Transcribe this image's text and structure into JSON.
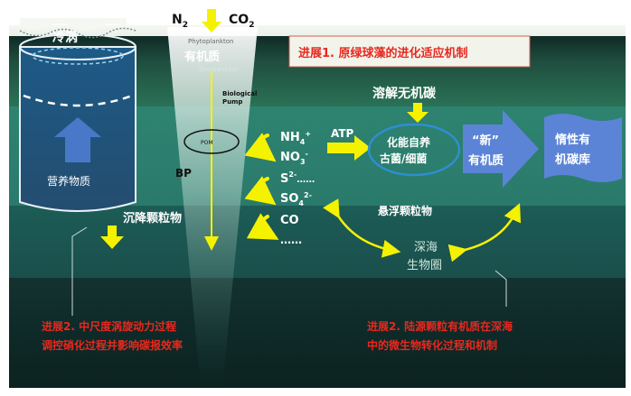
{
  "top": {
    "eddy": "冷涡",
    "n2": "N",
    "n2_sub": "2",
    "co2": "CO",
    "co2_sub": "2"
  },
  "surface": {
    "phytoplankton": "Phytoplankton",
    "organic_matter": "有机质",
    "zooplankton": "Zooplankton",
    "biological_pump": "Biological",
    "biological_pump_2": "Pump",
    "pom": "POM",
    "bp": "BP"
  },
  "progress": {
    "p1": "进展1. 原绿球藻的进化适应机制",
    "p2_line1": "进展2. 中尺度涡旋动力过程",
    "p2_line2": "调控硝化过程并影响碳报效率",
    "p3_line1": "进展2. 陆源颗粒有机质在深海",
    "p3_line2": "中的微生物转化过程和机制"
  },
  "eddy": {
    "nutrients": "营养物质"
  },
  "left": {
    "sinking": "沉降颗粒物"
  },
  "chem": {
    "nh4": "NH",
    "nh4_sub": "4",
    "nh4_sup": "+",
    "no3": "NO",
    "no3_sub": "3",
    "no3_sup": "-",
    "s2": "S",
    "s2_sup": "2-",
    "s2_dots": "……",
    "so4": "SO",
    "so4_sub": "4",
    "so4_sup": "2-",
    "co": "CO",
    "dots": "……"
  },
  "right": {
    "atp": "ATP",
    "dic": "溶解无机碳",
    "chemo_line1": "化能自养",
    "chemo_line2": "古菌/细菌",
    "new_line1": "“新”",
    "new_line2": "有机质",
    "inert_line1": "惰性有",
    "inert_line2": "机碳库",
    "suspended": "悬浮颗粒物",
    "deep_line1": "深海",
    "deep_line2": "生物圈"
  },
  "colors": {
    "accent_yellow": "#f5f200",
    "progress_red": "#e8281e",
    "label_white": "#ffffff",
    "arrow_blue": "#4a78c8"
  }
}
